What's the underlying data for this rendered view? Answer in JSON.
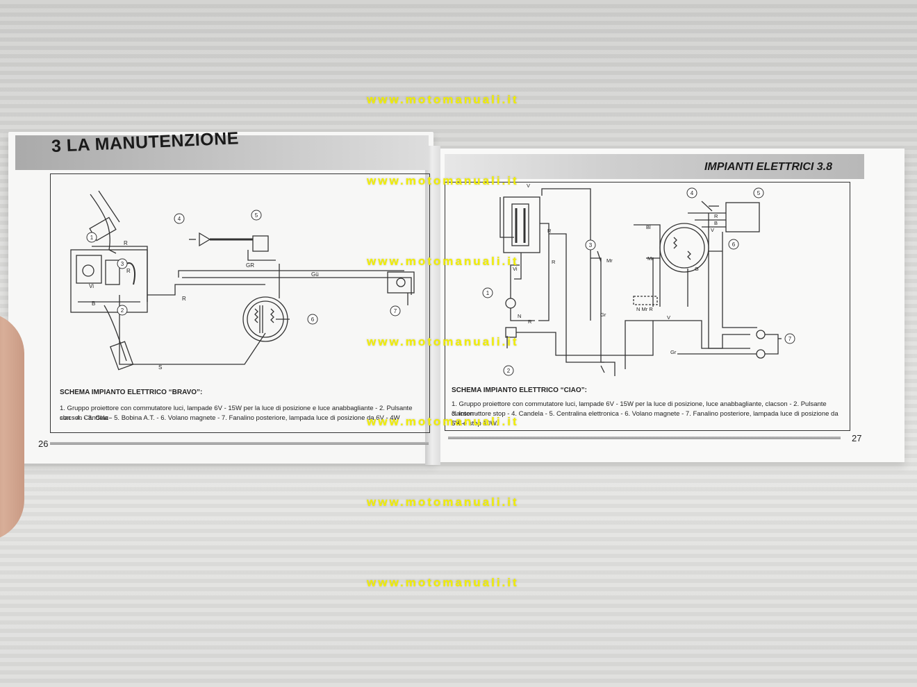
{
  "left_page": {
    "header": "3 LA MANUTENZIONE",
    "caption_title": "SCHEMA IMPIANTO ELETTRICO “BRAVO”:",
    "caption_line1": "1. Gruppo proiettore con commutatore luci, lampade 6V - 15W per la luce di posizione e luce anabbagliante - 2. Pulsante clacson - 3. Clac-",
    "caption_line2": "son - 4. Candela - 5. Bobina A.T. - 6. Volano magnete - 7. Fanalino posteriore, lampada luce di posizione da 6V - 4W",
    "page_number": "26",
    "diagram_labels": {
      "n1": "1",
      "n2": "2",
      "n3": "3",
      "n4": "4",
      "n5": "5",
      "n6": "6",
      "n7": "7",
      "r1": "R",
      "r2": "R",
      "r3": "R",
      "b": "B",
      "s": "S",
      "gr": "GR",
      "gu": "Gü",
      "vi": "Vi"
    }
  },
  "right_page": {
    "header": "IMPIANTI ELETTRICI 3.8",
    "caption_title": "SCHEMA IMPIANTO ELETTRICO “CIAO”:",
    "caption_line1": "1. Gruppo proiettore con commutatore luci, lampade 6V - 15W per la luce di posizione, luce anabbagliante, clacson - 2. Pulsante clacson -",
    "caption_line2": "3. Interruttore stop - 4. Candela - 5. Centralina elettronica - 6. Volano magnete - 7. Fanalino posteriore, lampada luce di posizione da 6V -",
    "caption_line3": "5W e stop 10W.",
    "page_number": "27",
    "diagram_labels": {
      "n1": "1",
      "n2": "2",
      "n3": "3",
      "n4": "4",
      "n5": "5",
      "n6": "6",
      "n7": "7",
      "v1": "V",
      "v2": "V",
      "v3": "V",
      "vi": "Vi",
      "r1": "R",
      "r2": "R",
      "r3": "R",
      "r4": "R",
      "n": "N",
      "bl": "Bl",
      "b": "B",
      "mr1": "Mr",
      "mr2": "Mr",
      "gr1": "Gr",
      "gr2": "Gr",
      "g": "G",
      "conn": "N Mr R"
    }
  },
  "watermark": "www.motomanuali.it"
}
